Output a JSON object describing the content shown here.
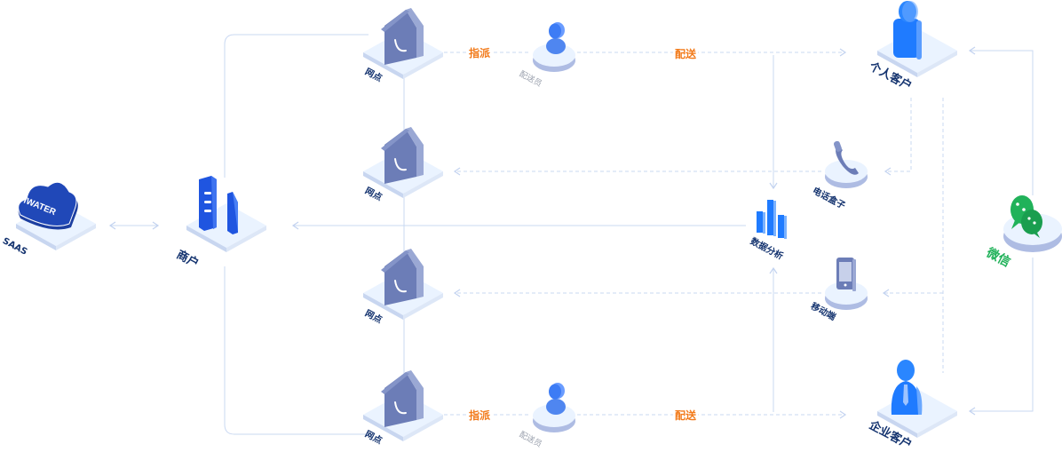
{
  "colors": {
    "line": "#c9d8f2",
    "platform_top": "#e9f3ff",
    "platform_side": "#b6c6e8",
    "house": "#6c7db7",
    "house_light": "#9aa8d4",
    "blue": "#1f7bff",
    "deep_blue": "#1f4fd1",
    "green": "#21b25a",
    "orange": "#f27a1a",
    "label": "#14336f"
  },
  "nodes": {
    "saas": {
      "label": "SAAS",
      "icon": "cloud-icon",
      "icon_text": "IWATER"
    },
    "merchant": {
      "label": "商户",
      "icon": "building-icon"
    },
    "outlets": [
      {
        "label": "网点",
        "icon": "house-icon"
      },
      {
        "label": "网点",
        "icon": "house-icon"
      },
      {
        "label": "网点",
        "icon": "house-icon"
      },
      {
        "label": "网点",
        "icon": "house-icon"
      }
    ],
    "couriers": [
      {
        "label": "配送员",
        "icon": "person-icon"
      },
      {
        "label": "配送员",
        "icon": "person-icon"
      }
    ],
    "analytics": {
      "label": "数据分析",
      "icon": "bar-chart-icon"
    },
    "phone_box": {
      "label": "电话盒子",
      "icon": "phone-icon"
    },
    "mobile": {
      "label": "移动端",
      "icon": "mobile-icon"
    },
    "personal_customer": {
      "label": "个人客户",
      "icon": "user-icon"
    },
    "enterprise_customer": {
      "label": "企业客户",
      "icon": "business-user-icon"
    },
    "wechat": {
      "label": "微信",
      "icon": "wechat-icon"
    }
  },
  "edges": {
    "assign_top": "指派",
    "deliver_top": "配送",
    "assign_bottom": "指派",
    "deliver_bottom": "配送"
  }
}
